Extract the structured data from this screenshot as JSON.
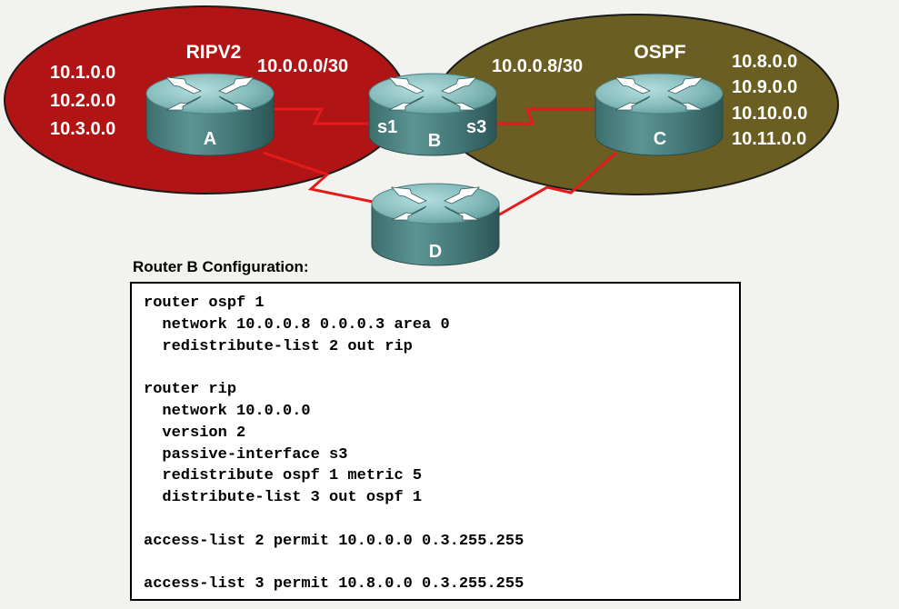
{
  "domains": {
    "rip": {
      "title": "RIPV2",
      "networks": [
        "10.1.0.0",
        "10.2.0.0",
        "10.3.0.0"
      ],
      "color": "#b01414"
    },
    "ospf": {
      "title": "OSPF",
      "networks": [
        "10.8.0.0",
        "10.9.0.0",
        "10.10.0.0",
        "10.11.0.0"
      ],
      "color": "#6b5e22"
    }
  },
  "links": {
    "ab_subnet": "10.0.0.0/30",
    "bc_subnet": "10.0.0.8/30",
    "b_if_left": "s1",
    "b_if_right": "s3",
    "color": "#e41b1b"
  },
  "routers": {
    "a": "A",
    "b": "B",
    "c": "C",
    "d": "D"
  },
  "config": {
    "title": "Router B Configuration:",
    "lines": [
      "router ospf 1",
      "  network 10.0.0.8 0.0.0.3 area 0",
      "  redistribute-list 2 out rip",
      "",
      "router rip",
      "  network 10.0.0.0",
      "  version 2",
      "  passive-interface s3",
      "  redistribute ospf 1 metric 5",
      "  distribute-list 3 out ospf 1",
      "",
      "access-list 2 permit 10.0.0.0 0.3.255.255",
      "",
      "access-list 3 permit 10.8.0.0 0.3.255.255"
    ]
  }
}
